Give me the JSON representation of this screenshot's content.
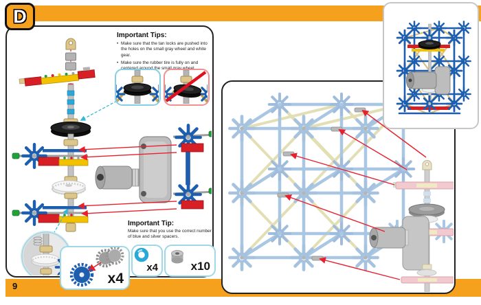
{
  "page": {
    "step_label": "D",
    "page_number": "9"
  },
  "palette": {
    "accent_orange": "#F5A11E",
    "panel_border": "#222222",
    "knex_blue": "#1D5FAE",
    "pale_structure_blue": "#A9C6E2",
    "tan_rod": "#D9C280",
    "brick_red": "#D71F26",
    "brick_yellow": "#F2C200",
    "cap_green": "#22A03C",
    "guide_arrow_red": "#E8202E",
    "guide_arrow_cyan": "#35B8D8",
    "ok_callout_border": "#85CFE4",
    "wrong_callout_border": "#F09090",
    "parts_box_border": "#9ED7E6"
  },
  "left_panel": {
    "tips_box": {
      "title": "Important Tips:",
      "bullets": [
        "Make sure that the tan locks are pushed into the holes on the small gray wheel and white gear.",
        "Make sure the rubber tire is fully on and centered around the small gray wheel."
      ]
    },
    "tip_box": {
      "title": "Important Tip:",
      "text": "Make sure that you use the correct number of blue and silver spacers."
    },
    "parts": [
      {
        "icon": "blue-gear-with-gray-gears-icon",
        "count": "x4"
      },
      {
        "icon": "blue-spacer-ring-icon",
        "count": "x4"
      },
      {
        "icon": "silver-spacer-icon",
        "count": "x10"
      }
    ]
  }
}
